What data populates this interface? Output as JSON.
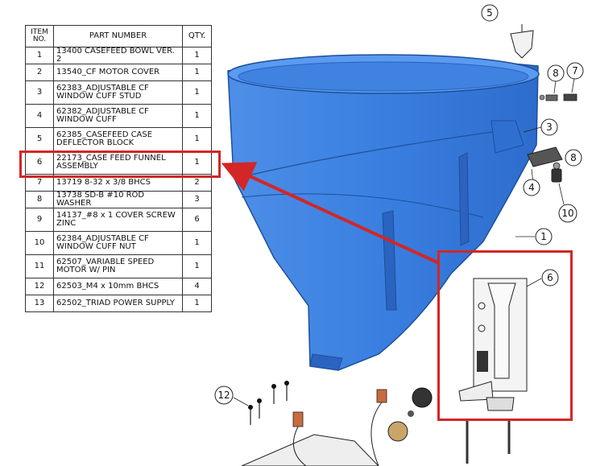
{
  "bom": {
    "headers": {
      "item": "ITEM NO.",
      "part": "PART NUMBER",
      "qty": "QTY."
    },
    "rows": [
      {
        "item": "1",
        "part": "13400 CASEFEED BOWL VER. 2",
        "qty": "1"
      },
      {
        "item": "2",
        "part": "13540_CF MOTOR COVER",
        "qty": "1"
      },
      {
        "item": "3",
        "part": "62383_ADJUSTABLE CF WINDOW CUFF STUD",
        "qty": "1"
      },
      {
        "item": "4",
        "part": "62382_ADJUSTABLE CF WINDOW CUFF",
        "qty": "1"
      },
      {
        "item": "5",
        "part": "62385_CASEFEED CASE DEFLECTOR BLOCK",
        "qty": "1"
      },
      {
        "item": "6",
        "part": "22173_CASE FEED FUNNEL ASSEMBLY",
        "qty": "1"
      },
      {
        "item": "7",
        "part": "13719 8-32 x 3/8 BHCS",
        "qty": "2"
      },
      {
        "item": "8",
        "part": "13738 SD-B #10 ROD WASHER",
        "qty": "3"
      },
      {
        "item": "9",
        "part": "14137_#8 x 1 COVER SCREW ZINC",
        "qty": "6"
      },
      {
        "item": "10",
        "part": "62384_ADJUSTABLE CF WINDOW CUFF NUT",
        "qty": "1"
      },
      {
        "item": "11",
        "part": "62507_VARIABLE SPEED MOTOR W/ PIN",
        "qty": "1"
      },
      {
        "item": "12",
        "part": "62503_M4 x 10mm BHCS",
        "qty": "4"
      },
      {
        "item": "13",
        "part": "62502_TRIAD POWER SUPPLY",
        "qty": "1"
      }
    ]
  },
  "balloons": [
    "5",
    "8",
    "7",
    "3",
    "8",
    "4",
    "10",
    "1",
    "6",
    "12"
  ],
  "colors": {
    "highlight": "#d32626",
    "bowl": "#3b82e6",
    "bowl_dark": "#2a63c0",
    "line": "#222222"
  }
}
